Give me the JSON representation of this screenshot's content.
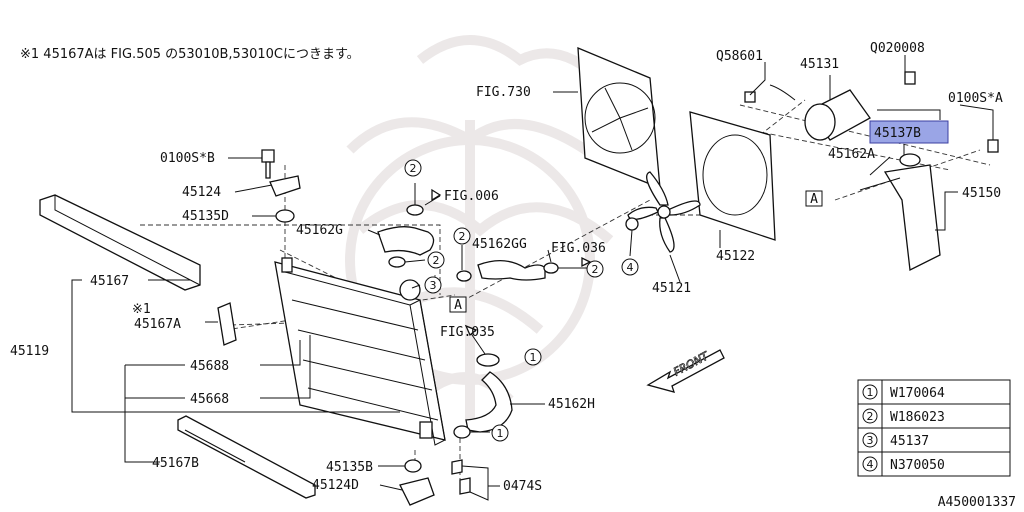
{
  "note": "※1 45167Aは FIG.505 の53010B,53010Cにつきます。",
  "labels": {
    "fig730": "FIG.730",
    "q58601": "Q58601",
    "p45131": "45131",
    "q020008": "Q020008",
    "p0100sA": "0100S*A",
    "p45137B": "45137B",
    "p45162A": "45162A",
    "p45150": "45150",
    "p0100sB": "0100S*B",
    "p45124": "45124",
    "p45135D": "45135D",
    "p45162G": "45162G",
    "fig006": "FIG.006",
    "p45162GG": "45162GG",
    "fig036": "FIG.036",
    "p45122": "45122",
    "p45121": "45121",
    "p45167": "45167",
    "mark1": "※1",
    "p45167A": "45167A",
    "p45119": "45119",
    "fig035": "FIG.035",
    "p45688": "45688",
    "p45668": "45668",
    "p45162H": "45162H",
    "p45167B": "45167B",
    "p45135B": "45135B",
    "p45124D": "45124D",
    "p0474S": "0474S",
    "boxA": "A",
    "front": "FRONT",
    "c1": "1",
    "c2": "2",
    "c3": "3",
    "c4": "4"
  },
  "legend": [
    {
      "num": "1",
      "code": "W170064"
    },
    {
      "num": "2",
      "code": "W186023"
    },
    {
      "num": "3",
      "code": "45137"
    },
    {
      "num": "4",
      "code": "N370050"
    }
  ],
  "diagram_id": "A450001337",
  "colors": {
    "highlight": "#9aa5e6",
    "line": "#111111"
  }
}
